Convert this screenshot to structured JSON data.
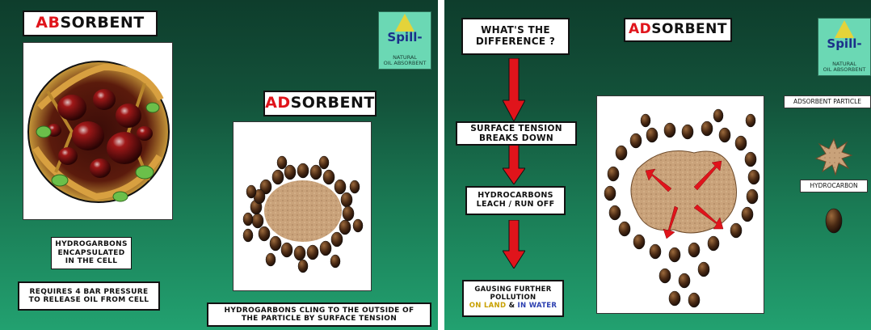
{
  "left_slide": {
    "absorbent_title": {
      "prefix": "AB",
      "rest": "SORBENT"
    },
    "adsorbent_title": {
      "prefix": "AD",
      "rest": "SORBENT"
    },
    "logo": {
      "brand": "Spill-",
      "line1": "NATURAL",
      "line2": "OIL ABSORBENT"
    },
    "encapsulated_text": [
      "HYDROGARBONS",
      "ENCAPSULATED",
      "IN THE CELL"
    ],
    "pressure_text": [
      "REQUIRES 4 BAR PRESSURE",
      "TO RELEASE OIL FROM CELL"
    ],
    "cling_text": [
      "HYDROGARBONS CLING TO THE OUTSIDE OF",
      "THE PARTICLE BY SURFACE TENSION"
    ]
  },
  "right_slide": {
    "difference_text": [
      "WHAT'S THE",
      "DIFFERENCE ?"
    ],
    "adsorbent_title": {
      "prefix": "AD",
      "rest": "SORBENT"
    },
    "logo": {
      "brand": "Spill-",
      "line1": "NATURAL",
      "line2": "OIL ABSORBENT"
    },
    "surface_text": [
      "SURFACE TENSION",
      "BREAKS DOWN"
    ],
    "leach_text": [
      "HYDROCARBONS",
      "LEACH / RUN OFF"
    ],
    "pollution_text": {
      "line1": "GAUSING FURTHER",
      "line2": "POLLUTION",
      "land_prefix": "ON ",
      "land": "LAND",
      "amp": " & ",
      "water_prefix": "IN ",
      "water": "WATER"
    },
    "particle_label": "ADSORBENT PARTICLE",
    "hydrocarbon_label": "HYDROCARBON"
  },
  "colors": {
    "accent_red": "#e0141b",
    "land": "#c8a000",
    "water": "#2b3fb0"
  }
}
